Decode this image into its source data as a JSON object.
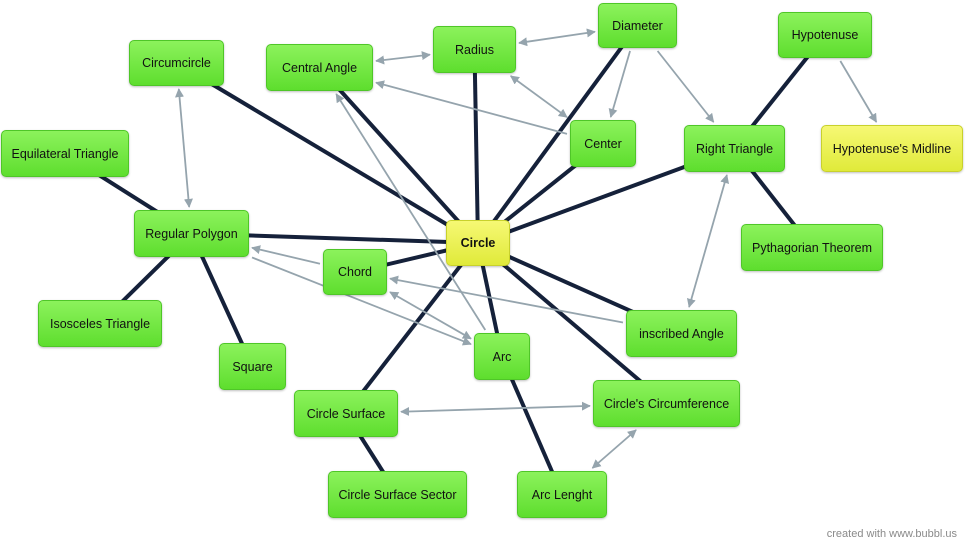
{
  "nodes": {
    "circle": {
      "label": "Circle",
      "color": "yellow"
    },
    "diameter": {
      "label": "Diameter",
      "color": "green"
    },
    "radius": {
      "label": "Radius",
      "color": "green"
    },
    "central_angle": {
      "label": "Central Angle",
      "color": "green"
    },
    "circumcircle": {
      "label": "Circumcircle",
      "color": "green"
    },
    "hypotenuse": {
      "label": "Hypotenuse",
      "color": "green"
    },
    "hypotenuse_midline": {
      "label": "Hypotenuse's Midline",
      "color": "yellow"
    },
    "center": {
      "label": "Center",
      "color": "green"
    },
    "right_triangle": {
      "label": "Right Triangle",
      "color": "green"
    },
    "equilateral_triangle": {
      "label": "Equilateral Triangle",
      "color": "green"
    },
    "regular_polygon": {
      "label": "Regular Polygon",
      "color": "green"
    },
    "pythagorean_theorem": {
      "label": "Pythagorian Theorem",
      "color": "green"
    },
    "chord": {
      "label": "Chord",
      "color": "green"
    },
    "isosceles_triangle": {
      "label": "Isosceles Triangle",
      "color": "green"
    },
    "inscribed_angle": {
      "label": "inscribed Angle",
      "color": "green"
    },
    "square": {
      "label": "Square",
      "color": "green"
    },
    "arc": {
      "label": "Arc",
      "color": "green"
    },
    "circle_surface": {
      "label": "Circle Surface",
      "color": "green"
    },
    "circles_circumference": {
      "label": "Circle's Circumference",
      "color": "green"
    },
    "circle_surface_sector": {
      "label": "Circle Surface Sector",
      "color": "green"
    },
    "arc_length": {
      "label": "Arc Lenght",
      "color": "green"
    }
  },
  "links": [
    {
      "from": "circle",
      "to": "circumcircle",
      "kind": "thick"
    },
    {
      "from": "circle",
      "to": "central_angle",
      "kind": "thick"
    },
    {
      "from": "circle",
      "to": "radius",
      "kind": "thick"
    },
    {
      "from": "circle",
      "to": "diameter",
      "kind": "thick"
    },
    {
      "from": "circle",
      "to": "center",
      "kind": "thick"
    },
    {
      "from": "circle",
      "to": "right_triangle",
      "kind": "thick"
    },
    {
      "from": "circle",
      "to": "regular_polygon",
      "kind": "thick"
    },
    {
      "from": "circle",
      "to": "chord",
      "kind": "thick"
    },
    {
      "from": "circle",
      "to": "arc",
      "kind": "thick"
    },
    {
      "from": "circle",
      "to": "inscribed_angle",
      "kind": "thick"
    },
    {
      "from": "circle",
      "to": "circles_circumference",
      "kind": "thick"
    },
    {
      "from": "circle",
      "to": "circle_surface",
      "kind": "thick"
    },
    {
      "from": "regular_polygon",
      "to": "equilateral_triangle",
      "kind": "thick"
    },
    {
      "from": "regular_polygon",
      "to": "isosceles_triangle",
      "kind": "thick"
    },
    {
      "from": "regular_polygon",
      "to": "square",
      "kind": "thick"
    },
    {
      "from": "right_triangle",
      "to": "hypotenuse",
      "kind": "thick"
    },
    {
      "from": "right_triangle",
      "to": "pythagorean_theorem",
      "kind": "thick"
    },
    {
      "from": "circle_surface",
      "to": "circle_surface_sector",
      "kind": "thick"
    },
    {
      "from": "arc",
      "to": "arc_length",
      "kind": "thick"
    },
    {
      "from": "circumcircle",
      "to": "regular_polygon",
      "kind": "both"
    },
    {
      "from": "central_angle",
      "to": "radius",
      "kind": "both"
    },
    {
      "from": "radius",
      "to": "diameter",
      "kind": "both"
    },
    {
      "from": "radius",
      "to": "center",
      "kind": "both"
    },
    {
      "from": "center",
      "to": "central_angle",
      "kind": "arrow"
    },
    {
      "from": "diameter",
      "to": "center",
      "kind": "arrow"
    },
    {
      "from": "diameter",
      "to": "right_triangle",
      "kind": "arrow"
    },
    {
      "from": "hypotenuse",
      "to": "hypotenuse_midline",
      "kind": "arrow"
    },
    {
      "from": "right_triangle",
      "to": "inscribed_angle",
      "kind": "both"
    },
    {
      "from": "chord",
      "to": "regular_polygon",
      "kind": "arrow"
    },
    {
      "from": "regular_polygon",
      "to": "arc",
      "kind": "arrow"
    },
    {
      "from": "arc",
      "to": "chord",
      "kind": "both"
    },
    {
      "from": "arc",
      "to": "central_angle",
      "kind": "arrow"
    },
    {
      "from": "inscribed_angle",
      "to": "chord",
      "kind": "arrow"
    },
    {
      "from": "circle_surface",
      "to": "circles_circumference",
      "kind": "both"
    },
    {
      "from": "arc_length",
      "to": "circles_circumference",
      "kind": "both"
    }
  ],
  "footer": "created with www.bubbl.us",
  "colors": {
    "thick_link": "#15213a",
    "arrow_link": "#95a4ad",
    "node_green": "#6ee83e",
    "node_yellow": "#ecf154"
  }
}
